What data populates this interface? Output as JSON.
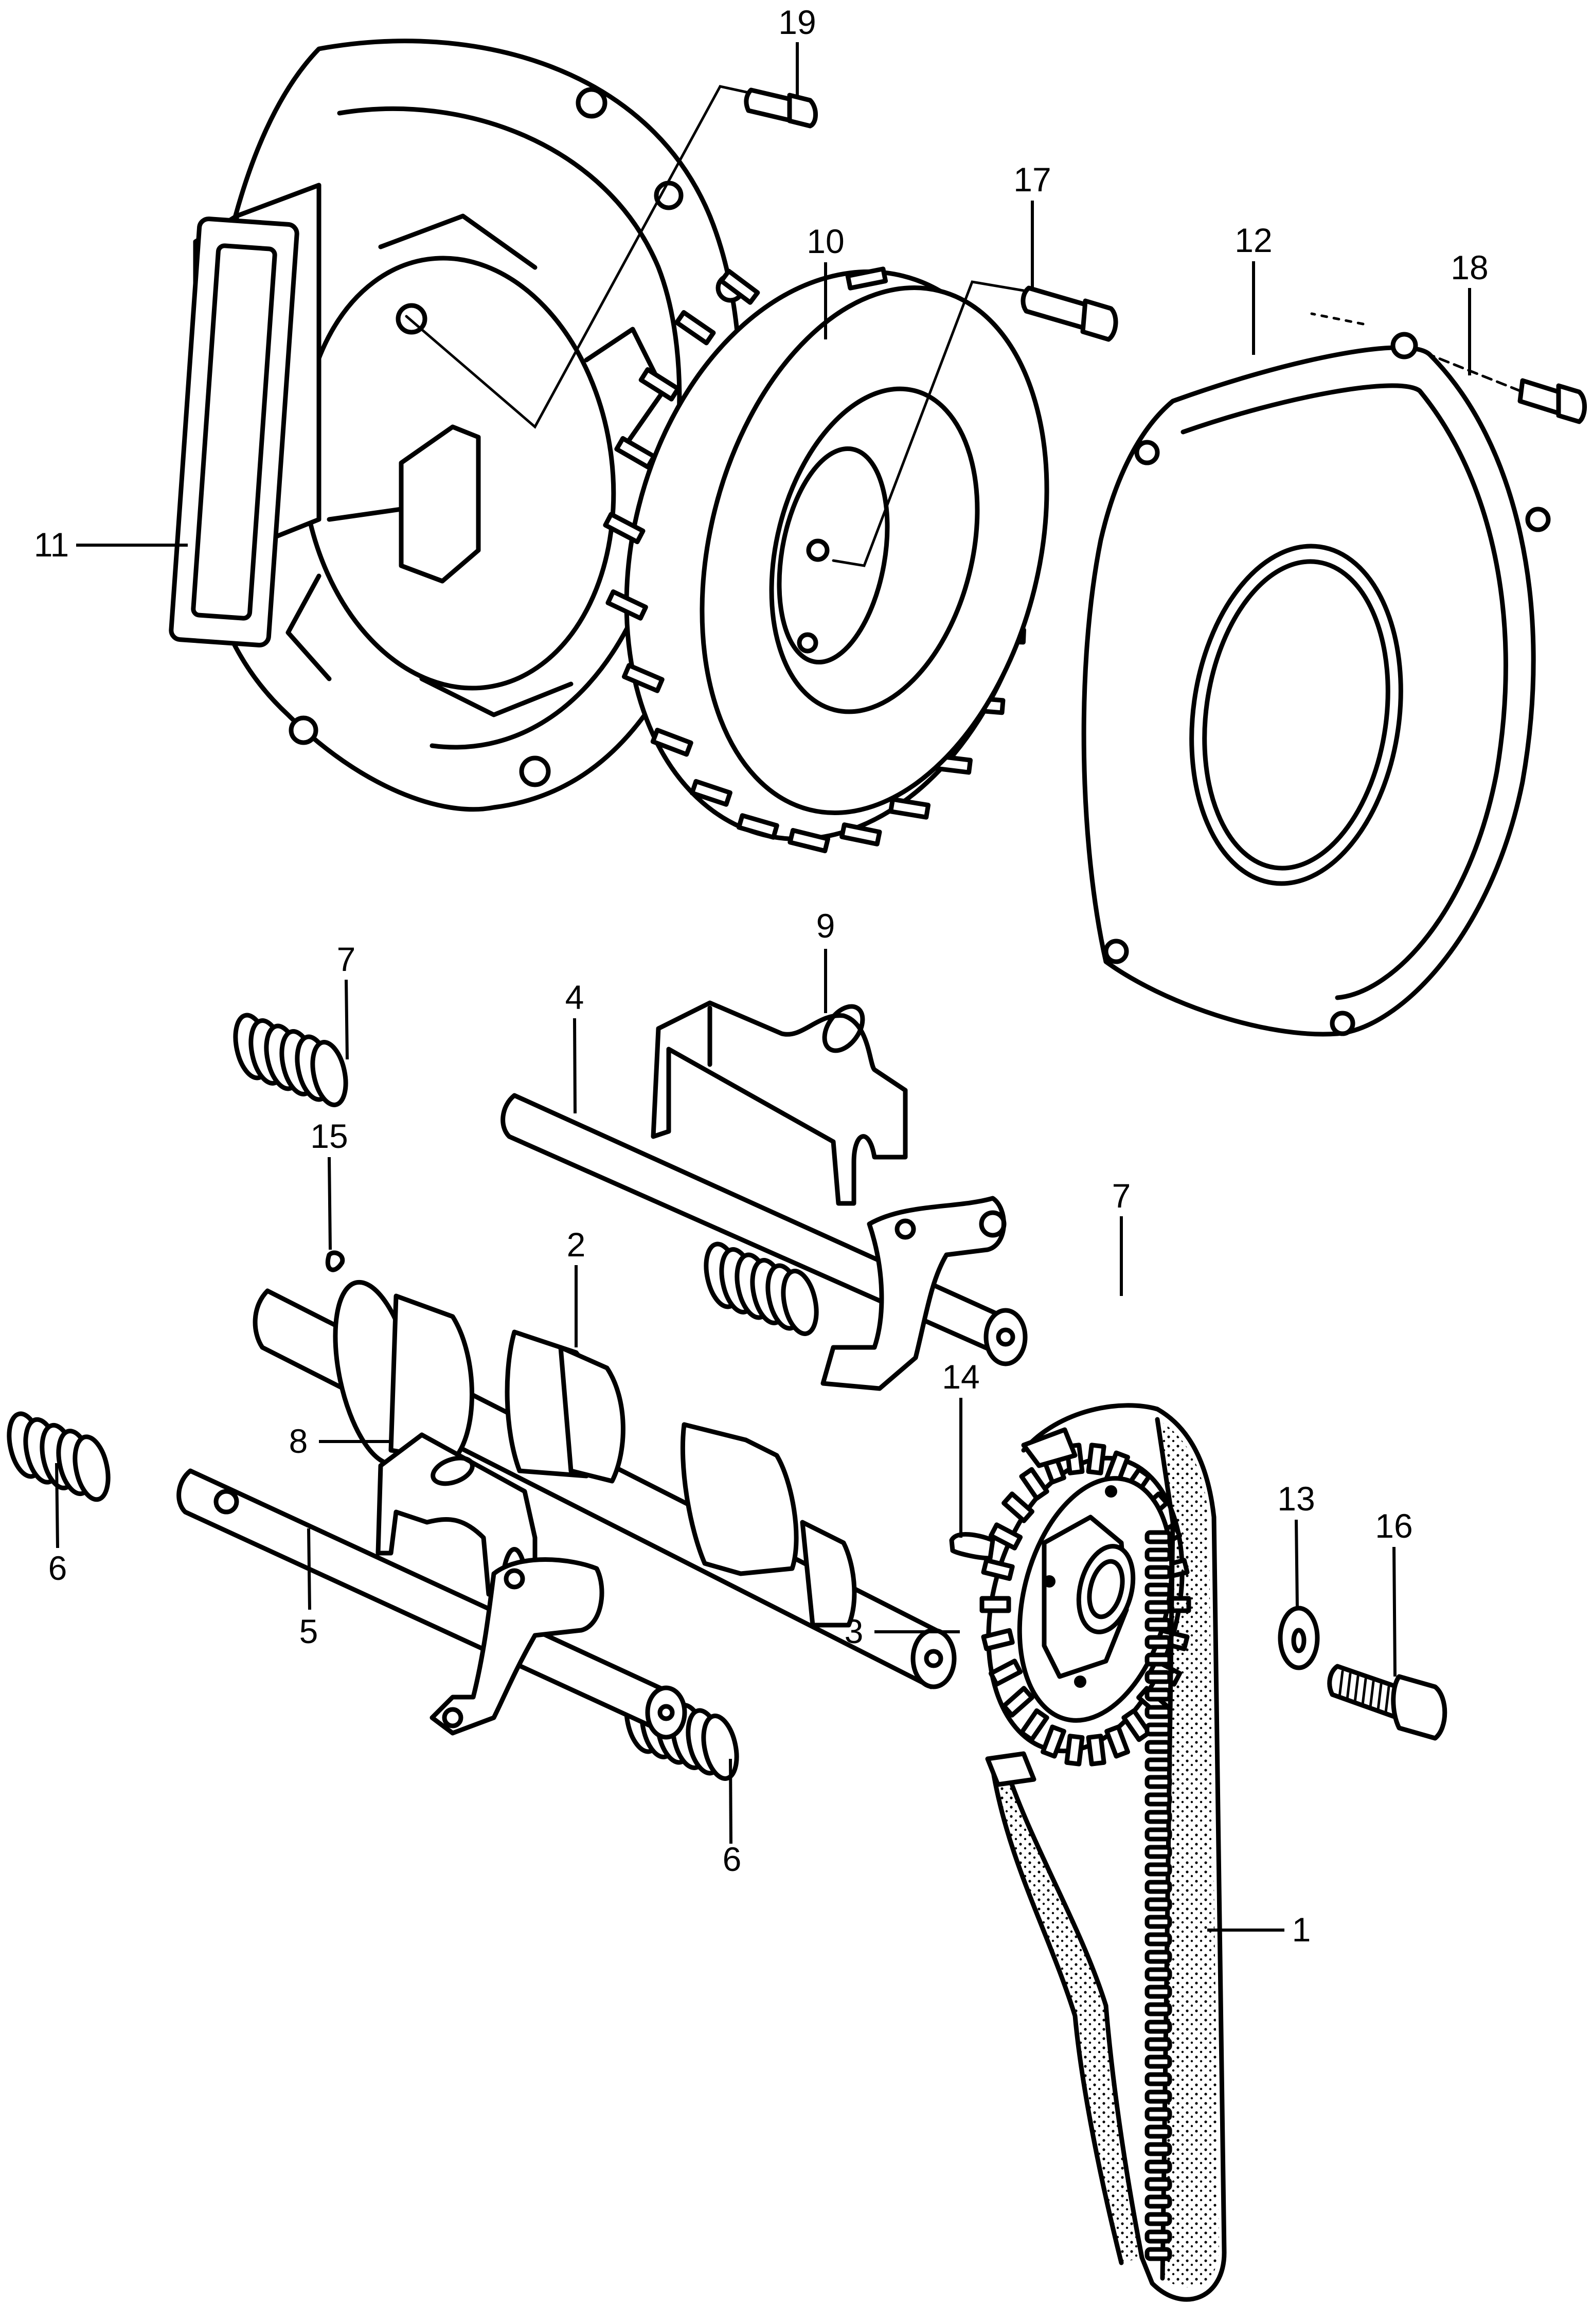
{
  "diagram": {
    "style": "exploded parts diagram, black line art",
    "colors": {
      "ink": "#000000",
      "paper": "#ffffff"
    },
    "callouts": [
      {
        "id": "1",
        "part": "timing-belt"
      },
      {
        "id": "2",
        "part": "camshaft"
      },
      {
        "id": "3",
        "part": "camshaft-pulley"
      },
      {
        "id": "4",
        "part": "rocker-shaft-upper"
      },
      {
        "id": "5",
        "part": "rocker-shaft-lower"
      },
      {
        "id": "6",
        "part": "spring-lower"
      },
      {
        "id": "7",
        "part": "spring-upper"
      },
      {
        "id": "8",
        "part": "holder-lower"
      },
      {
        "id": "9",
        "part": "holder-upper"
      },
      {
        "id": "10",
        "part": "cooling-fan"
      },
      {
        "id": "11",
        "part": "fan-housing"
      },
      {
        "id": "12",
        "part": "fan-cover"
      },
      {
        "id": "13",
        "part": "washer"
      },
      {
        "id": "14",
        "part": "woodruff-key"
      },
      {
        "id": "15",
        "part": "pin"
      },
      {
        "id": "16",
        "part": "flange-bolt"
      },
      {
        "id": "17",
        "part": "fan-bolt"
      },
      {
        "id": "18",
        "part": "cover-bolt"
      },
      {
        "id": "19",
        "part": "housing-bolt"
      }
    ]
  }
}
